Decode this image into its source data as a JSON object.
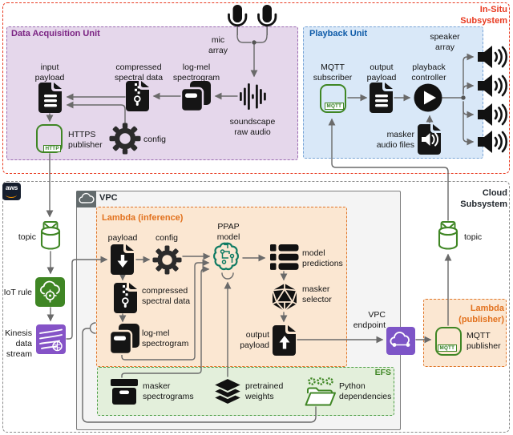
{
  "colors": {
    "insitu_red": "#e8391f",
    "cloud_gray": "#8a8a8a",
    "dau_purple": "#7b2483",
    "playback_blue": "#0f5ba8",
    "aws_orange": "#e2711d",
    "efs_green": "#3f8624",
    "kinesis_purple": "#8553c7",
    "ppap_teal": "#0f7b63"
  },
  "insitu": {
    "label": "In-Situ\nSubsystem",
    "mic_array": "mic\narray"
  },
  "dau": {
    "title": "Data Acquisition Unit",
    "input_payload": "input\npayload",
    "compressed": "compressed\nspectral data",
    "logmel": "log-mel\nspectrogram",
    "soundscape": "soundscape\nraw audio",
    "https_publisher": "HTTPS\npublisher",
    "http_badge": "HTTP",
    "config": "config"
  },
  "playback": {
    "title": "Playback Unit",
    "mqtt_subscriber": "MQTT\nsubscriber",
    "mqtt_badge": "MQTT",
    "output_payload": "output\npayload",
    "controller": "playback\ncontroller",
    "masker_files": "masker\naudio files",
    "speaker_array": "speaker\narray"
  },
  "cloud": {
    "label": "Cloud\nSubsystem",
    "aws_logo": "aws",
    "topic_left": "topic",
    "iot_rule": "IoT rule",
    "kinesis": "Kinesis\ndata\nstream",
    "topic_right": "topic"
  },
  "vpc": {
    "label": "VPC",
    "endpoint": "VPC\nendpoint"
  },
  "lambda_inference": {
    "title": "Lambda (inference)",
    "payload": "payload",
    "config": "config",
    "compressed": "compressed\nspectral data",
    "logmel": "log-mel\nspectrogram",
    "ppap_model": "PPAP\nmodel",
    "predictions": "model\npredictions",
    "selector": "masker\nselector",
    "output_payload": "output\npayload"
  },
  "efs": {
    "title": "EFS",
    "masker_spectrograms": "masker\nspectrograms",
    "weights": "pretrained\nweights",
    "python": "Python\ndependencies"
  },
  "lambda_publisher": {
    "title": "Lambda\n(publisher)",
    "mqtt_publisher": "MQTT\npublisher",
    "mqtt_badge": "MQTT"
  }
}
